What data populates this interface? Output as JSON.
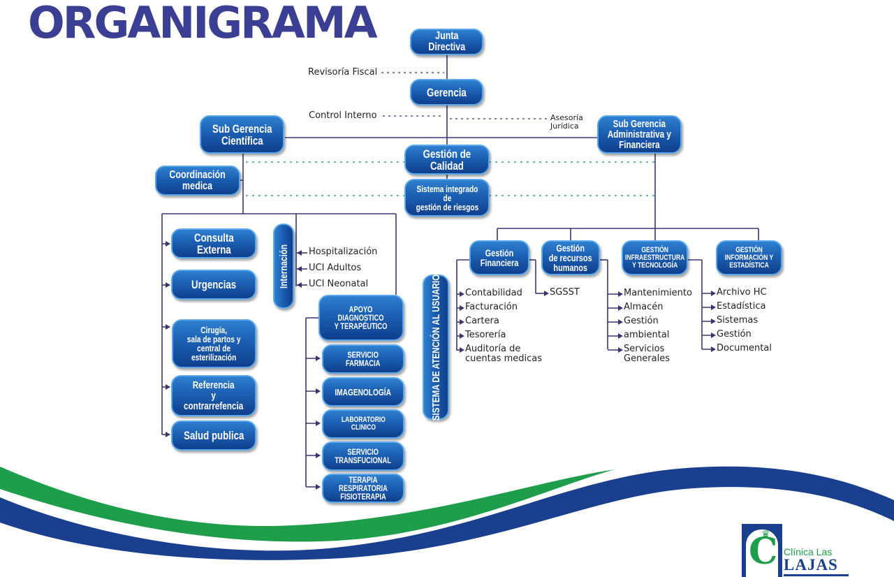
{
  "title": "ORGANIGRAMA",
  "colors": {
    "title": "#3b3f94",
    "box_top": "#2f7fd0",
    "box_bottom": "#0f3f8c",
    "box_border": "#5aa7ea",
    "connector": "#3b3570",
    "dotted_green": "#3a9a8a",
    "wave_green": "#1e9e4a",
    "wave_blue": "#1a3f8f"
  },
  "nodes": {
    "junta": "Junta\nDirectiva",
    "gerencia": "Gerencia",
    "sub_cientifica": "Sub Gerencia\nCientífica",
    "sub_admin": "Sub Gerencia\nAdministrativa y\nFinanciera",
    "calidad": "Gestión de\nCalidad",
    "riesgos": "Sistema integrado\nde\ngestión de riesgos",
    "coordinacion": "Coordinación\nmedica",
    "consulta": "Consulta\nExterna",
    "urgencias": "Urgencias",
    "cirugia": "Cirugía,\nsala de partos y\ncentral de\nesterilización",
    "referencia": "Referencia\ny\ncontrarrefencia",
    "salud": "Salud publica",
    "internacion": "Internación",
    "apoyo": "APOYO\nDIAGNOSTICO\nY TERAPÉUTICO",
    "farmacia": "SERVICIO\nFARMACIA",
    "imagenologia": "IMAGENOLOGÍA",
    "laboratorio": "LABORATORIO\nCLINICO",
    "transfusional": "SERVICIO\nTRANSFUCIONAL",
    "terapia": "TERAPIA RESPIRATORIA\nFISIOTERAPIA",
    "atencion_usuario": "SISTEMA DE ATENCIÓN AL USUARIO",
    "g_financiera": "Gestión\nFinanciera",
    "g_rrhh": "Gestión\nde recursos\nhumanos",
    "g_infra": "GESTIÓN\nINFRAESTRUCTURA\nY TECNOLOGÍA",
    "g_info": "GESTIÓN\nINFORMACIÓN Y\nESTADÍSTICA"
  },
  "advisory": {
    "revisoria": "Revisoría Fiscal",
    "control": "Control Interno",
    "asesoria": "Asesoría\nJurídica"
  },
  "internacion_items": [
    "Hospitalización",
    "UCI Adultos",
    "UCI Neonatal"
  ],
  "financiera_items": [
    "Contabilidad",
    "Facturación",
    "Cartera",
    "Tesorería",
    "Auditoría de\ncuentas medicas"
  ],
  "rrhh_items": [
    "SGSST"
  ],
  "infra_items": [
    "Mantenimiento",
    "Almacén",
    "Gestión",
    "ambiental",
    "Servicios\nGenerales"
  ],
  "info_items": [
    "Archivo HC",
    "Estadística",
    "Sistemas",
    "Gestión",
    "Documental"
  ],
  "logo": {
    "line1": "Clínica Las",
    "line2": "LAJAS"
  }
}
